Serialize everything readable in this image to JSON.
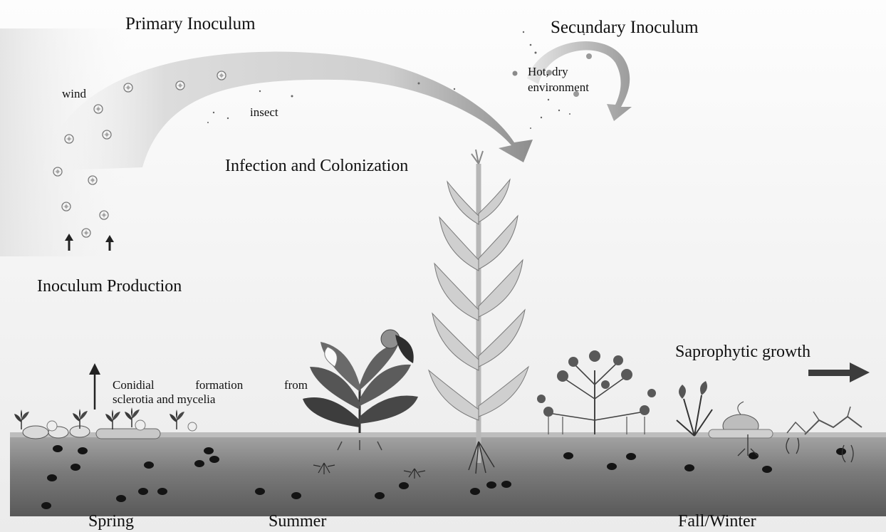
{
  "labels": {
    "primary_inoculum": "Primary Inoculum",
    "secundary_inoculum": "Secundary Inoculum",
    "wind": "wind",
    "insect": "insect",
    "hot_dry_line1": "Hot, dry",
    "hot_dry_line2": "environment",
    "infection_colonization": "Infection and Colonization",
    "inoculum_production": "Inoculum Production",
    "saprophytic_growth": "Saprophytic growth",
    "conidial_word1": "Conidial",
    "conidial_word2": "formation",
    "conidial_word3": "from",
    "conidial_line2": "sclerotia and mycelia"
  },
  "seasons": {
    "spring": "Spring",
    "summer": "Summer",
    "fall_winter": "Fall/Winter"
  },
  "colors": {
    "soil_top": "#9a9a9a",
    "soil_bottom": "#5c5c5c",
    "arrow_light": "#e6e6e6",
    "arrow_dark": "#8a8a8a",
    "sclerotia": "#151515",
    "foliage": "#4a4a4a",
    "corn": "#c9c9c9"
  },
  "icons": [
    "spore-icon",
    "up-arrow-icon",
    "right-arrow-icon",
    "sclerotium-icon",
    "plant-icon"
  ]
}
